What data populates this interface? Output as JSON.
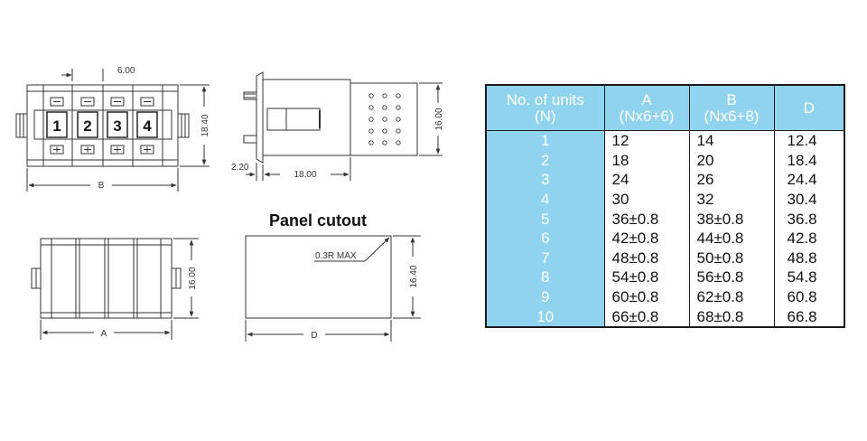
{
  "front_view": {
    "digits": [
      "1",
      "2",
      "3",
      "4"
    ],
    "pitch_label": "6.00",
    "height_label": "18.40",
    "width_label": "B"
  },
  "side_view": {
    "depth_label": "18.00",
    "offset_label": "2.20",
    "height_label": "16.00"
  },
  "bottom_view": {
    "height_label": "16.00",
    "width_label": "A"
  },
  "panel_cutout": {
    "title": "Panel cutout",
    "radius_note": "0.3R MAX",
    "height_label": "16.40",
    "width_label": "D"
  },
  "table": {
    "headers": [
      {
        "line1": "No. of units",
        "line2": "(N)"
      },
      {
        "line1": "A",
        "line2": "(Nx6+6)"
      },
      {
        "line1": "B",
        "line2": "(Nx6+8)"
      },
      {
        "line1": "D",
        "line2": ""
      }
    ],
    "rows": [
      {
        "n": "1",
        "a": "12",
        "b": "14",
        "d": "12.4"
      },
      {
        "n": "2",
        "a": "18",
        "b": "20",
        "d": "18.4"
      },
      {
        "n": "3",
        "a": "24",
        "b": "26",
        "d": "24.4"
      },
      {
        "n": "4",
        "a": "30",
        "b": "32",
        "d": "30.4"
      },
      {
        "n": "5",
        "a": "36±0.8",
        "b": "38±0.8",
        "d": "36.8"
      },
      {
        "n": "6",
        "a": "42±0.8",
        "b": "44±0.8",
        "d": "42.8"
      },
      {
        "n": "7",
        "a": "48±0.8",
        "b": "50±0.8",
        "d": "48.8"
      },
      {
        "n": "8",
        "a": "54±0.8",
        "b": "56±0.8",
        "d": "54.8"
      },
      {
        "n": "9",
        "a": "60±0.8",
        "b": "62±0.8",
        "d": "60.8"
      },
      {
        "n": "10",
        "a": "66±0.8",
        "b": "68±0.8",
        "d": "66.8"
      }
    ]
  }
}
